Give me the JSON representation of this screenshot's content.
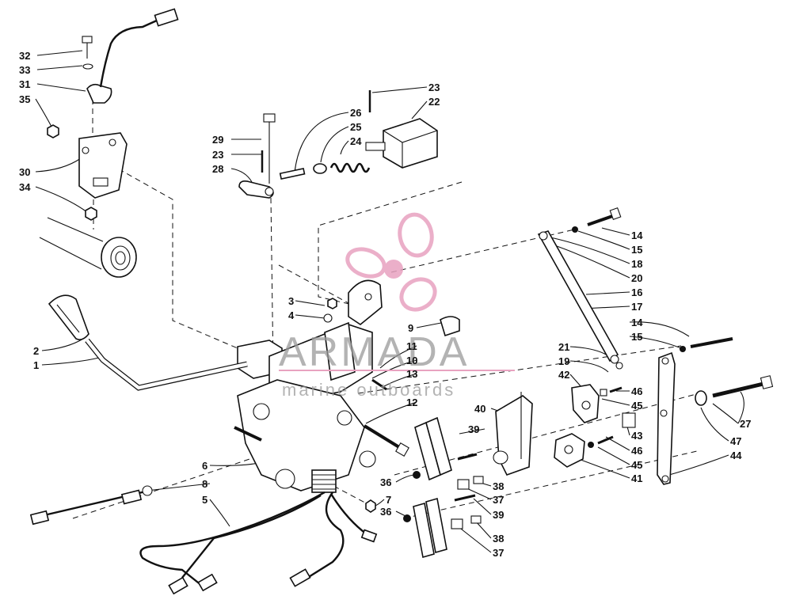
{
  "watermark": {
    "brand": "ARMADA",
    "tagline": "marine outboards",
    "accent_color": "#e8a2c0",
    "text_color": "#9a9a9a"
  },
  "labels": [
    {
      "id": "32",
      "text": "32"
    },
    {
      "id": "33",
      "text": "33"
    },
    {
      "id": "31",
      "text": "31"
    },
    {
      "id": "35",
      "text": "35"
    },
    {
      "id": "30",
      "text": "30"
    },
    {
      "id": "34",
      "text": "34"
    },
    {
      "id": "29",
      "text": "29"
    },
    {
      "id": "23a",
      "text": "23"
    },
    {
      "id": "28",
      "text": "28"
    },
    {
      "id": "26",
      "text": "26"
    },
    {
      "id": "25",
      "text": "25"
    },
    {
      "id": "24",
      "text": "24"
    },
    {
      "id": "23b",
      "text": "23"
    },
    {
      "id": "22",
      "text": "22"
    },
    {
      "id": "14a",
      "text": "14"
    },
    {
      "id": "15a",
      "text": "15"
    },
    {
      "id": "18",
      "text": "18"
    },
    {
      "id": "20",
      "text": "20"
    },
    {
      "id": "16",
      "text": "16"
    },
    {
      "id": "17",
      "text": "17"
    },
    {
      "id": "14b",
      "text": "14"
    },
    {
      "id": "15b",
      "text": "15"
    },
    {
      "id": "3",
      "text": "3"
    },
    {
      "id": "4",
      "text": "4"
    },
    {
      "id": "9",
      "text": "9"
    },
    {
      "id": "11",
      "text": "11"
    },
    {
      "id": "10",
      "text": "10"
    },
    {
      "id": "13",
      "text": "13"
    },
    {
      "id": "12",
      "text": "12"
    },
    {
      "id": "2",
      "text": "2"
    },
    {
      "id": "1",
      "text": "1"
    },
    {
      "id": "21",
      "text": "21"
    },
    {
      "id": "19",
      "text": "19"
    },
    {
      "id": "42",
      "text": "42"
    },
    {
      "id": "46a",
      "text": "46"
    },
    {
      "id": "45a",
      "text": "45"
    },
    {
      "id": "40",
      "text": "40"
    },
    {
      "id": "39a",
      "text": "39"
    },
    {
      "id": "43",
      "text": "43"
    },
    {
      "id": "46b",
      "text": "46"
    },
    {
      "id": "45b",
      "text": "45"
    },
    {
      "id": "41",
      "text": "41"
    },
    {
      "id": "27",
      "text": "27"
    },
    {
      "id": "47",
      "text": "47"
    },
    {
      "id": "44",
      "text": "44"
    },
    {
      "id": "6",
      "text": "6"
    },
    {
      "id": "8",
      "text": "8"
    },
    {
      "id": "5",
      "text": "5"
    },
    {
      "id": "7",
      "text": "7"
    },
    {
      "id": "36a",
      "text": "36"
    },
    {
      "id": "38a",
      "text": "38"
    },
    {
      "id": "37a",
      "text": "37"
    },
    {
      "id": "36b",
      "text": "36"
    },
    {
      "id": "39b",
      "text": "39"
    },
    {
      "id": "38b",
      "text": "38"
    },
    {
      "id": "37b",
      "text": "37"
    }
  ]
}
